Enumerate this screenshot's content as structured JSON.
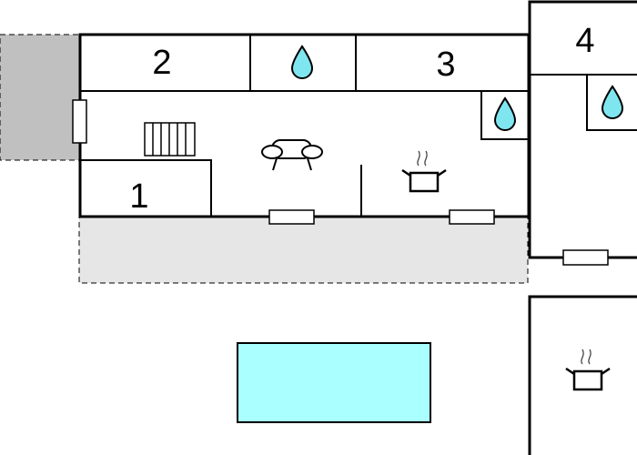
{
  "floorplan": {
    "rooms": [
      {
        "id": "bedroom-1",
        "label": "1"
      },
      {
        "id": "bedroom-2",
        "label": "2"
      },
      {
        "id": "bedroom-3",
        "label": "3"
      },
      {
        "id": "bedroom-4",
        "label": "4"
      }
    ],
    "icons": [
      "water-drop-icon",
      "radiator-icon",
      "sofa-icon",
      "cooking-pot-icon",
      "window-icon"
    ],
    "colors": {
      "wall": "#000000",
      "terrace": "#e6e6e6",
      "outdoor-area": "#c0c0c0",
      "pool": "#aaffff",
      "water-drop": "#7fe6f0"
    }
  }
}
